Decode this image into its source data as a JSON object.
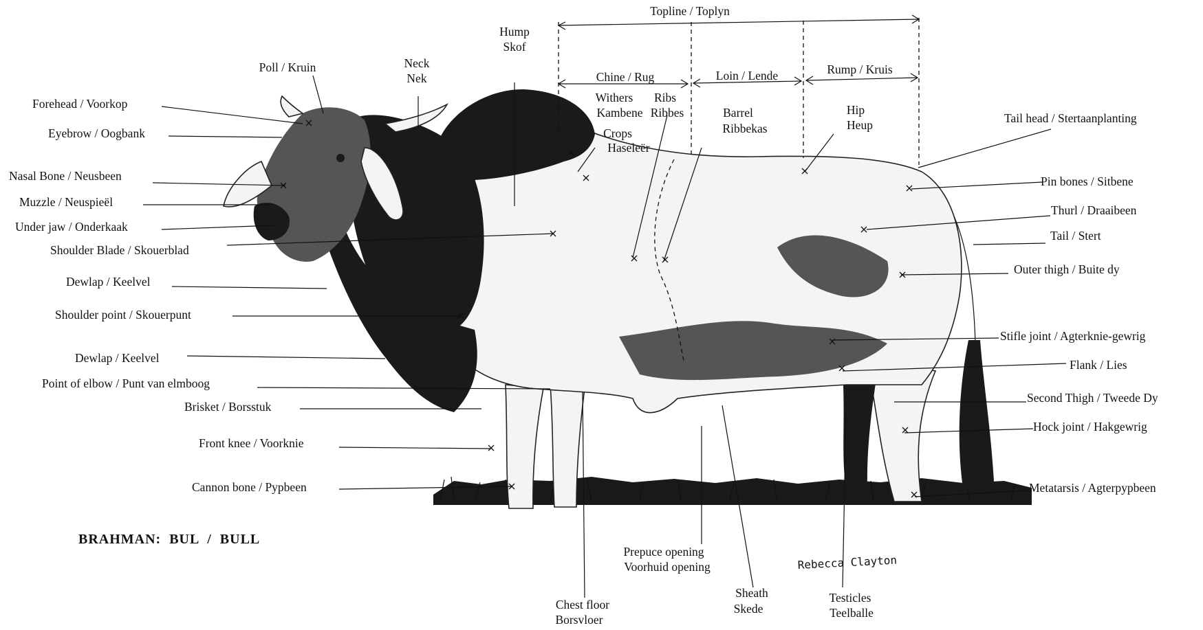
{
  "title": "BRAHMAN:  BUL  /  BULL",
  "signature": "Rebecca Clayton",
  "topline": {
    "label": "Topline / Toplyn",
    "sections": [
      "Chine / Rug",
      "Loin / Lende",
      "Rump / Kruis"
    ]
  },
  "labels": {
    "hump": [
      "Hump",
      "Skof"
    ],
    "neck": [
      "Neck",
      "Nek"
    ],
    "poll": "Poll / Kruin",
    "forehead": "Forehead / Voorkop",
    "eyebrow": "Eyebrow / Oogbank",
    "nasal_bone": "Nasal Bone / Neusbeen",
    "muzzle": "Muzzle / Neuspieël",
    "under_jaw": "Under jaw / Onderkaak",
    "shoulder_blade": "Shoulder Blade / Skouerblad",
    "dewlap_upper": "Dewlap / Keelvel",
    "shoulder_point": "Shoulder point / Skouerpunt",
    "dewlap_lower": "Dewlap / Keelvel",
    "point_of_elbow": "Point of elbow / Punt van elmboog",
    "brisket": "Brisket / Borsstuk",
    "front_knee": "Front knee / Voorknie",
    "cannon_bone": "Cannon bone / Pypbeen",
    "withers": "Withers",
    "kambene": "Kambene",
    "ribs": [
      "Ribs",
      "Ribbes"
    ],
    "crops": [
      "Crops",
      "Haseleër"
    ],
    "barrel": [
      "Barrel",
      "Ribbekas"
    ],
    "hip": [
      "Hip",
      "Heup"
    ],
    "tail_head": "Tail head / Stertaanplanting",
    "pin_bones": "Pin bones / Sitbene",
    "thurl": "Thurl / Draaibeen",
    "tail": "Tail / Stert",
    "outer_thigh": "Outer thigh / Buite dy",
    "stifle_joint": "Stifle joint  / Agterknie-gewrig",
    "flank": "Flank / Lies",
    "second_thigh": "Second Thigh / Tweede Dy",
    "hock_joint": "Hock joint / Hakgewrig",
    "metatarsis": "Metatarsis / Agterpypbeen",
    "prepuce_opening": [
      "Prepuce opening",
      "Voorhuid opening"
    ],
    "chest_floor": [
      "Chest floor",
      "Borsvloer"
    ],
    "sheath": [
      "Sheath",
      "Skede"
    ],
    "testicles": [
      "Testicles",
      "Teelballe"
    ]
  }
}
